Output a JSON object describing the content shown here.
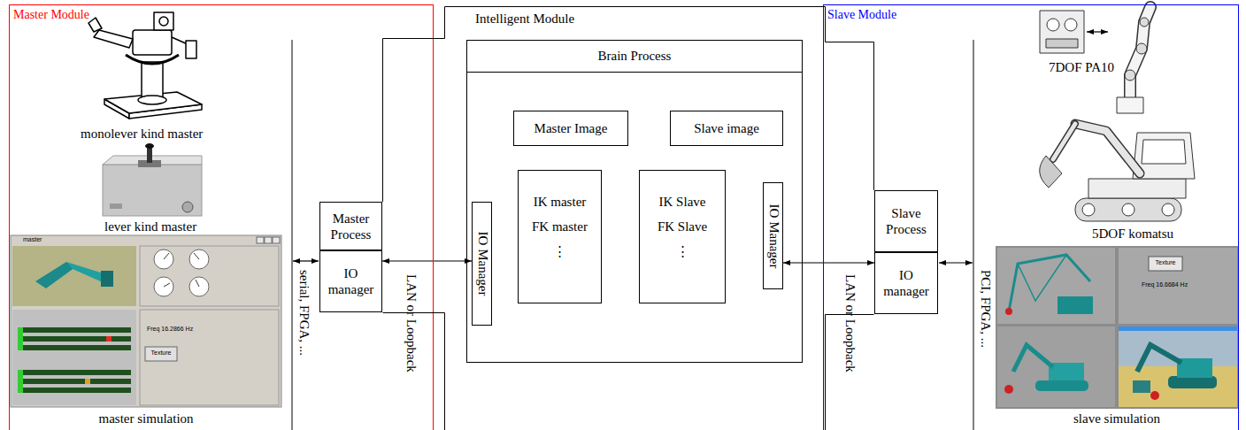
{
  "diagram": {
    "nodes": [
      {
        "text": [
          "Master Module"
        ]
      },
      {
        "text": [
          "Master Process"
        ],
        "in": 0
      },
      {
        "text": [
          "IO manager"
        ],
        "in": 0
      },
      {
        "text": [
          "Intelligent Module"
        ]
      },
      {
        "text": [
          "Brain Process"
        ],
        "in": 3
      },
      {
        "text": [
          "Master Image"
        ],
        "in": 4
      },
      {
        "text": [
          "Slave image"
        ],
        "in": 4
      },
      {
        "text": [
          "IO Manager"
        ],
        "in": 4
      },
      {
        "text": [
          "IK master",
          "FK master",
          "⋮"
        ],
        "in": 4
      },
      {
        "text": [
          "IK Slave",
          "FK Slave",
          "⋮"
        ],
        "in": 4
      },
      {
        "text": [
          "IO Manager"
        ],
        "in": 4
      },
      {
        "text": [
          "Slave Module"
        ]
      },
      {
        "text": [
          "Slave Process"
        ],
        "in": 11
      },
      {
        "text": [
          "IO manager"
        ],
        "in": 11
      }
    ],
    "edges": [
      {
        "from": 2,
        "to": 7,
        "arrow": "both"
      },
      {
        "from": 10,
        "to": 13,
        "arrow": "both"
      }
    ],
    "labels": [
      "monolever kind master",
      "lever kind master",
      "master",
      "Freq 16.2866 Hz",
      "Texture",
      "master simulation",
      "serial, FPGA, ...",
      "LAN or Loopback",
      "LAN or Loopback",
      "PCI, FPGA, ...",
      "7DOF PA10",
      "5DOF komatsu",
      "Texture",
      "Freq 16.6684 Hz",
      "slave simulation"
    ]
  }
}
